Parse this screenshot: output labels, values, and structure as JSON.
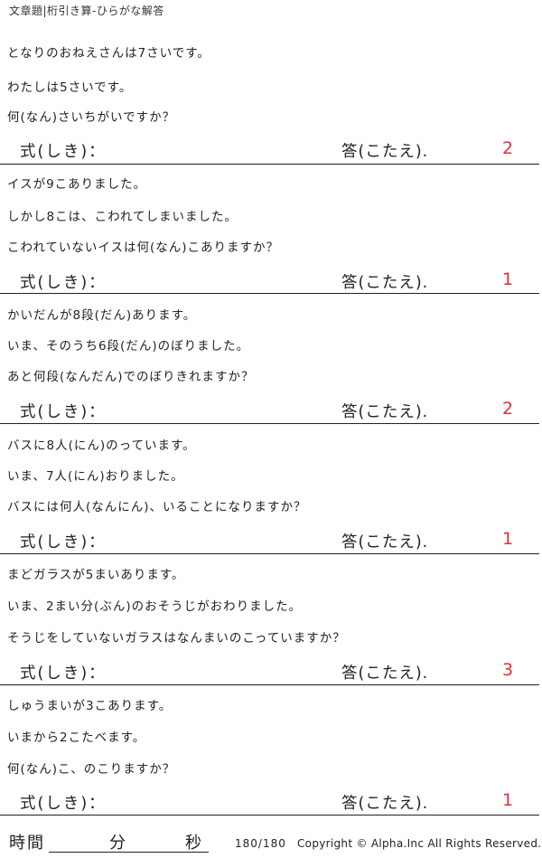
{
  "header": {
    "title": "文章題|桁引き算-ひらがな解答"
  },
  "labels": {
    "shiki": "式(しき)：",
    "kotae": "答(こたえ)."
  },
  "problems": [
    {
      "lines": [
        "となりのおねえさんは7さいです。",
        "わたしは5さいです。",
        "何(なん)さいちがいですか？"
      ],
      "answer": "2"
    },
    {
      "lines": [
        "イスが9こありました。",
        "しかし8こは、こわれてしまいました。",
        "こわれていないイスは何(なん)こありますか？"
      ],
      "answer": "1"
    },
    {
      "lines": [
        "かいだんが8段(だん)あります。",
        "いま、そのうち6段(だん)のぼりました。",
        "あと何段(なんだん)でのぼりきれますか？"
      ],
      "answer": "2"
    },
    {
      "lines": [
        "バスに8人(にん)のっています。",
        "いま、7人(にん)おりました。",
        "バスには何人(なんにん)、いることになりますか？"
      ],
      "answer": "1"
    },
    {
      "lines": [
        "まどガラスが5まいあります。",
        "いま、2まい分(ぶん)のおそうじがおわりました。",
        "そうじをしていないガラスはなんまいのこっていますか？"
      ],
      "answer": "3"
    },
    {
      "lines": [
        "しゅうまいが3こあります。",
        "いまから2こたべます。",
        "何(なん)こ、のこりますか？"
      ],
      "answer": "1"
    }
  ],
  "footer": {
    "jikan": "時間",
    "fun": "分",
    "byo": "秒",
    "page": "180/180",
    "copyright": "Copyright ©  Alpha.Inc All Rights Reserved."
  }
}
